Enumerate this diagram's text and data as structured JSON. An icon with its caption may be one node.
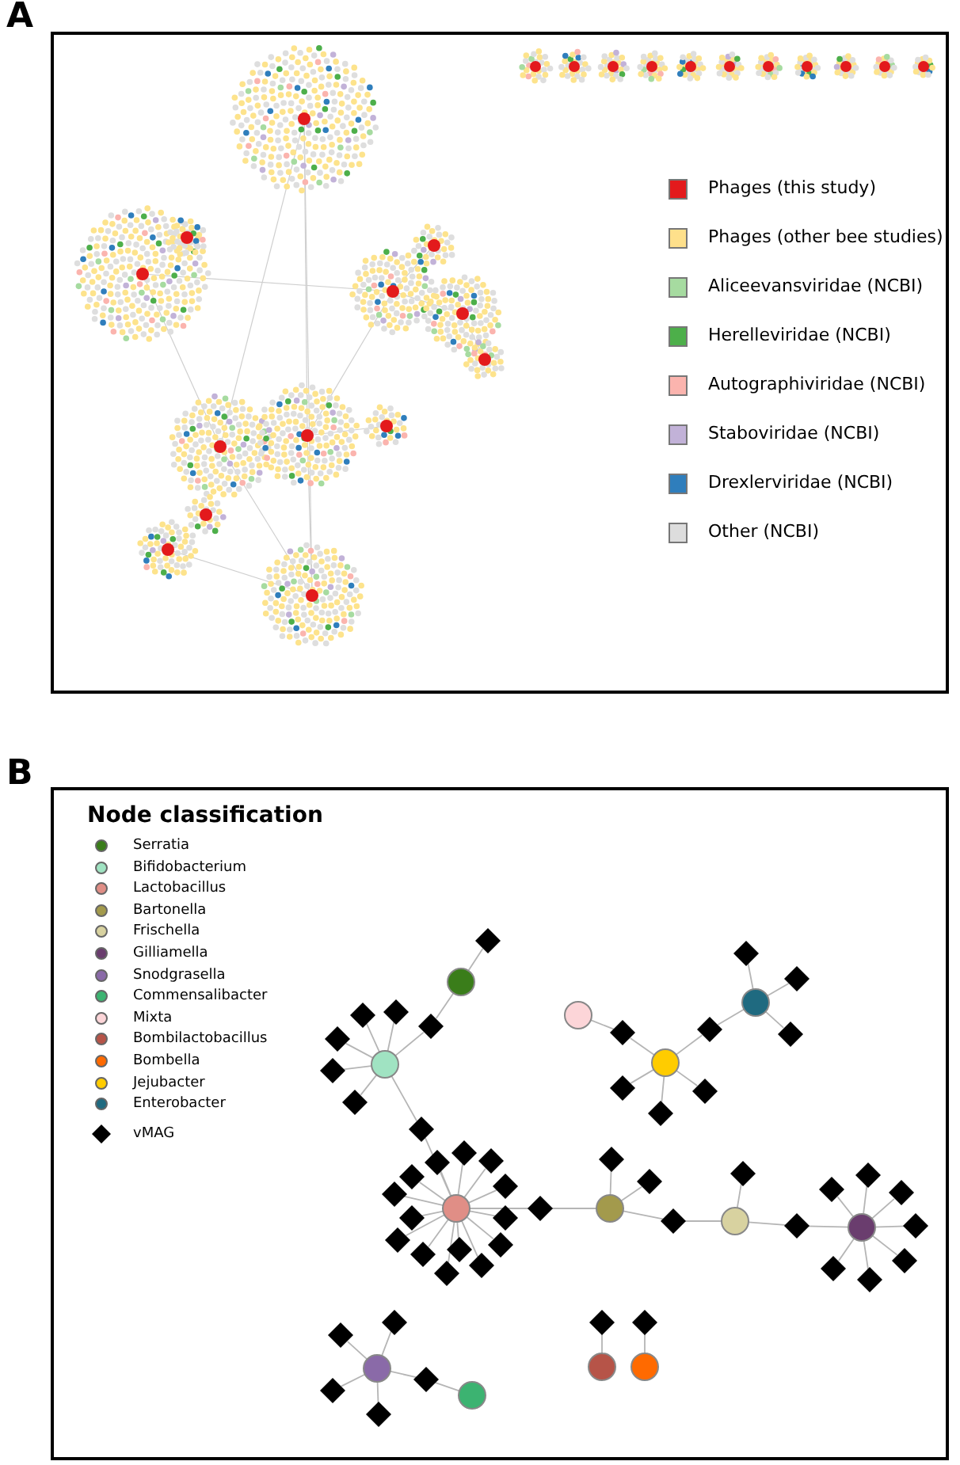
{
  "diagram": {
    "nodes": [
      {
        "text": [],
        "shape": "circle"
      },
      {
        "text": [],
        "shape": "diamond"
      },
      {
        "text": [],
        "shape": "diamond"
      },
      {
        "text": [],
        "shape": "circle"
      },
      {
        "text": [],
        "shape": "diamond"
      },
      {
        "text": [],
        "shape": "diamond"
      },
      {
        "text": [],
        "shape": "diamond"
      },
      {
        "text": [],
        "shape": "diamond"
      },
      {
        "text": [],
        "shape": "diamond"
      },
      {
        "text": [],
        "shape": "diamond"
      },
      {
        "text": [],
        "shape": "circle"
      },
      {
        "text": [],
        "shape": "diamond"
      },
      {
        "text": [],
        "shape": "circle"
      },
      {
        "text": [],
        "shape": "diamond"
      },
      {
        "text": [],
        "shape": "circle"
      },
      {
        "text": [],
        "shape": "diamond"
      },
      {
        "text": [],
        "shape": "diamond"
      },
      {
        "text": [],
        "shape": "diamond"
      },
      {
        "text": [],
        "shape": "diamond"
      },
      {
        "text": [],
        "shape": "diamond"
      },
      {
        "text": [],
        "shape": "diamond"
      },
      {
        "text": [],
        "shape": "circle"
      },
      {
        "text": [],
        "shape": "diamond"
      },
      {
        "text": [],
        "shape": "diamond"
      },
      {
        "text": [],
        "shape": "diamond"
      },
      {
        "text": [],
        "shape": "diamond"
      },
      {
        "text": [],
        "shape": "diamond"
      },
      {
        "text": [],
        "shape": "diamond"
      },
      {
        "text": [],
        "shape": "diamond"
      },
      {
        "text": [],
        "shape": "diamond"
      },
      {
        "text": [],
        "shape": "diamond"
      },
      {
        "text": [],
        "shape": "diamond"
      },
      {
        "text": [],
        "shape": "diamond"
      },
      {
        "text": [],
        "shape": "diamond"
      },
      {
        "text": [],
        "shape": "diamond"
      },
      {
        "text": [],
        "shape": "diamond"
      },
      {
        "text": [],
        "shape": "diamond"
      },
      {
        "text": [],
        "shape": "circle"
      },
      {
        "text": [],
        "shape": "diamond"
      },
      {
        "text": [],
        "shape": "diamond"
      },
      {
        "text": [],
        "shape": "diamond"
      },
      {
        "text": [],
        "shape": "circle"
      },
      {
        "text": [],
        "shape": "diamond"
      },
      {
        "text": [],
        "shape": "diamond"
      },
      {
        "text": [],
        "shape": "circle"
      },
      {
        "text": [],
        "shape": "diamond"
      },
      {
        "text": [],
        "shape": "diamond"
      },
      {
        "text": [],
        "shape": "diamond"
      },
      {
        "text": [],
        "shape": "diamond"
      },
      {
        "text": [],
        "shape": "diamond"
      },
      {
        "text": [],
        "shape": "diamond"
      },
      {
        "text": [],
        "shape": "diamond"
      },
      {
        "text": [],
        "shape": "circle"
      },
      {
        "text": [],
        "shape": "diamond"
      },
      {
        "text": [],
        "shape": "diamond"
      },
      {
        "text": [],
        "shape": "diamond"
      },
      {
        "text": [],
        "shape": "diamond"
      },
      {
        "text": [],
        "shape": "diamond"
      },
      {
        "text": [],
        "shape": "circle"
      },
      {
        "text": [],
        "shape": "diamond"
      },
      {
        "text": [],
        "shape": "circle"
      },
      {
        "text": [],
        "shape": "diamond"
      },
      {
        "text": [],
        "shape": "circle"
      }
    ],
    "edges": [
      {
        "from": 0,
        "to": 1,
        "arrow": "none"
      },
      {
        "from": 0,
        "to": 2,
        "arrow": "none"
      },
      {
        "from": 2,
        "to": 3,
        "arrow": "none"
      },
      {
        "from": 3,
        "to": 4,
        "arrow": "none"
      },
      {
        "from": 3,
        "to": 5,
        "arrow": "none"
      },
      {
        "from": 3,
        "to": 6,
        "arrow": "none"
      },
      {
        "from": 3,
        "to": 7,
        "arrow": "none"
      },
      {
        "from": 3,
        "to": 8,
        "arrow": "none"
      },
      {
        "from": 3,
        "to": 9,
        "arrow": "none"
      },
      {
        "from": 9,
        "to": 21,
        "arrow": "none"
      },
      {
        "from": 10,
        "to": 11,
        "arrow": "none"
      },
      {
        "from": 11,
        "to": 12,
        "arrow": "none"
      },
      {
        "from": 12,
        "to": 13,
        "arrow": "none"
      },
      {
        "from": 13,
        "to": 14,
        "arrow": "none"
      },
      {
        "from": 14,
        "to": 15,
        "arrow": "none"
      },
      {
        "from": 14,
        "to": 16,
        "arrow": "none"
      },
      {
        "from": 14,
        "to": 17,
        "arrow": "none"
      },
      {
        "from": 12,
        "to": 18,
        "arrow": "none"
      },
      {
        "from": 12,
        "to": 19,
        "arrow": "none"
      },
      {
        "from": 12,
        "to": 20,
        "arrow": "none"
      },
      {
        "from": 21,
        "to": 22,
        "arrow": "none"
      },
      {
        "from": 21,
        "to": 23,
        "arrow": "none"
      },
      {
        "from": 21,
        "to": 24,
        "arrow": "none"
      },
      {
        "from": 21,
        "to": 25,
        "arrow": "none"
      },
      {
        "from": 21,
        "to": 26,
        "arrow": "none"
      },
      {
        "from": 21,
        "to": 27,
        "arrow": "none"
      },
      {
        "from": 21,
        "to": 28,
        "arrow": "none"
      },
      {
        "from": 21,
        "to": 29,
        "arrow": "none"
      },
      {
        "from": 21,
        "to": 30,
        "arrow": "none"
      },
      {
        "from": 21,
        "to": 31,
        "arrow": "none"
      },
      {
        "from": 21,
        "to": 32,
        "arrow": "none"
      },
      {
        "from": 21,
        "to": 33,
        "arrow": "none"
      },
      {
        "from": 21,
        "to": 34,
        "arrow": "none"
      },
      {
        "from": 21,
        "to": 35,
        "arrow": "none"
      },
      {
        "from": 21,
        "to": 36,
        "arrow": "none"
      },
      {
        "from": 36,
        "to": 37,
        "arrow": "none"
      },
      {
        "from": 37,
        "to": 38,
        "arrow": "none"
      },
      {
        "from": 37,
        "to": 39,
        "arrow": "none"
      },
      {
        "from": 37,
        "to": 40,
        "arrow": "none"
      },
      {
        "from": 40,
        "to": 41,
        "arrow": "none"
      },
      {
        "from": 41,
        "to": 42,
        "arrow": "none"
      },
      {
        "from": 41,
        "to": 43,
        "arrow": "none"
      },
      {
        "from": 43,
        "to": 44,
        "arrow": "none"
      },
      {
        "from": 44,
        "to": 45,
        "arrow": "none"
      },
      {
        "from": 44,
        "to": 46,
        "arrow": "none"
      },
      {
        "from": 44,
        "to": 47,
        "arrow": "none"
      },
      {
        "from": 44,
        "to": 48,
        "arrow": "none"
      },
      {
        "from": 44,
        "to": 49,
        "arrow": "none"
      },
      {
        "from": 44,
        "to": 50,
        "arrow": "none"
      },
      {
        "from": 44,
        "to": 51,
        "arrow": "none"
      },
      {
        "from": 52,
        "to": 53,
        "arrow": "none"
      },
      {
        "from": 52,
        "to": 54,
        "arrow": "none"
      },
      {
        "from": 52,
        "to": 55,
        "arrow": "none"
      },
      {
        "from": 52,
        "to": 56,
        "arrow": "none"
      },
      {
        "from": 52,
        "to": 57,
        "arrow": "none"
      },
      {
        "from": 57,
        "to": 58,
        "arrow": "none"
      },
      {
        "from": 59,
        "to": 60,
        "arrow": "none"
      },
      {
        "from": 61,
        "to": 62,
        "arrow": "none"
      }
    ],
    "labels": [
      "A",
      "B",
      "Node classification"
    ],
    "legend": [
      {
        "text": "Phages (this study)",
        "color": "#e31a1c"
      },
      {
        "text": "Phages (other bee studies)",
        "color": "#fee08b"
      },
      {
        "text": "Aliceevansviridae (NCBI)",
        "color": "#a6dba0"
      },
      {
        "text": "Herelleviridae (NCBI)",
        "color": "#4daf4a"
      },
      {
        "text": "Autographiviridae (NCBI)",
        "color": "#fbb4ae"
      },
      {
        "text": "Staboviridae (NCBI)",
        "color": "#c2b2d8"
      },
      {
        "text": "Drexlerviridae (NCBI)",
        "color": "#2f7ebc"
      },
      {
        "text": "Other (NCBI)",
        "color": "#dddddd"
      },
      {
        "text": "Serratia",
        "color": "#3a7d1a"
      },
      {
        "text": "Bifidobacterium",
        "color": "#a0e3c2"
      },
      {
        "text": "Lactobacillus",
        "color": "#e08e86"
      },
      {
        "text": "Bartonella",
        "color": "#a39a4c"
      },
      {
        "text": "Frischella",
        "color": "#d8d2a0"
      },
      {
        "text": "Gilliamella",
        "color": "#6a3d6e"
      },
      {
        "text": "Snodgrasella",
        "color": "#8a6aa8"
      },
      {
        "text": "Commensalibacter",
        "color": "#3cb371"
      },
      {
        "text": "Mixta",
        "color": "#fcd5d8"
      },
      {
        "text": "Bombilactobacillus",
        "color": "#b65448"
      },
      {
        "text": "Bombella",
        "color": "#ff6a00"
      },
      {
        "text": "Jejubacter",
        "color": "#ffcc00"
      },
      {
        "text": "Enterobacter",
        "color": "#1f6a80"
      },
      {
        "text": "vMAG"
      }
    ]
  }
}
